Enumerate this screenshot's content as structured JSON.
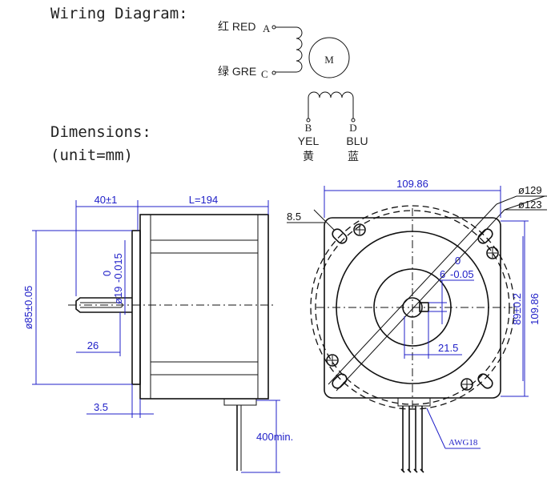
{
  "headings": {
    "wiring": "Wiring Diagram:",
    "dimensions": "Dimensions:",
    "unit": "(unit=mm)"
  },
  "wiring": {
    "a_label": "红 RED",
    "a_pin": "A",
    "c_label": "绿 GRE",
    "c_pin": "C",
    "motor": "M",
    "b_pin": "B",
    "b_color": "YEL",
    "b_cn": "黄",
    "d_pin": "D",
    "d_color": "BLU",
    "d_cn": "蓝"
  },
  "side_view": {
    "shaft_length": "40±1",
    "body_length": "L=194",
    "pilot_dia": "ø85±0.05",
    "shaft_dia": "ø19",
    "shaft_tol_upper": "0",
    "shaft_tol_lower": "-0.015",
    "flat_length": "26",
    "flange_thickness": "3.5",
    "lead_length": "400min."
  },
  "front_view": {
    "width_top": "109.86",
    "height_right": "109.86",
    "bolt_spacing": "89±0.2",
    "circle_outer": "ø129",
    "circle_inner": "ø123",
    "corner": "8.5",
    "key_width": "6",
    "key_tol_upper": "0",
    "key_tol_lower": "-0.05",
    "key_height": "21.5",
    "wire_gauge": "AWG18"
  }
}
